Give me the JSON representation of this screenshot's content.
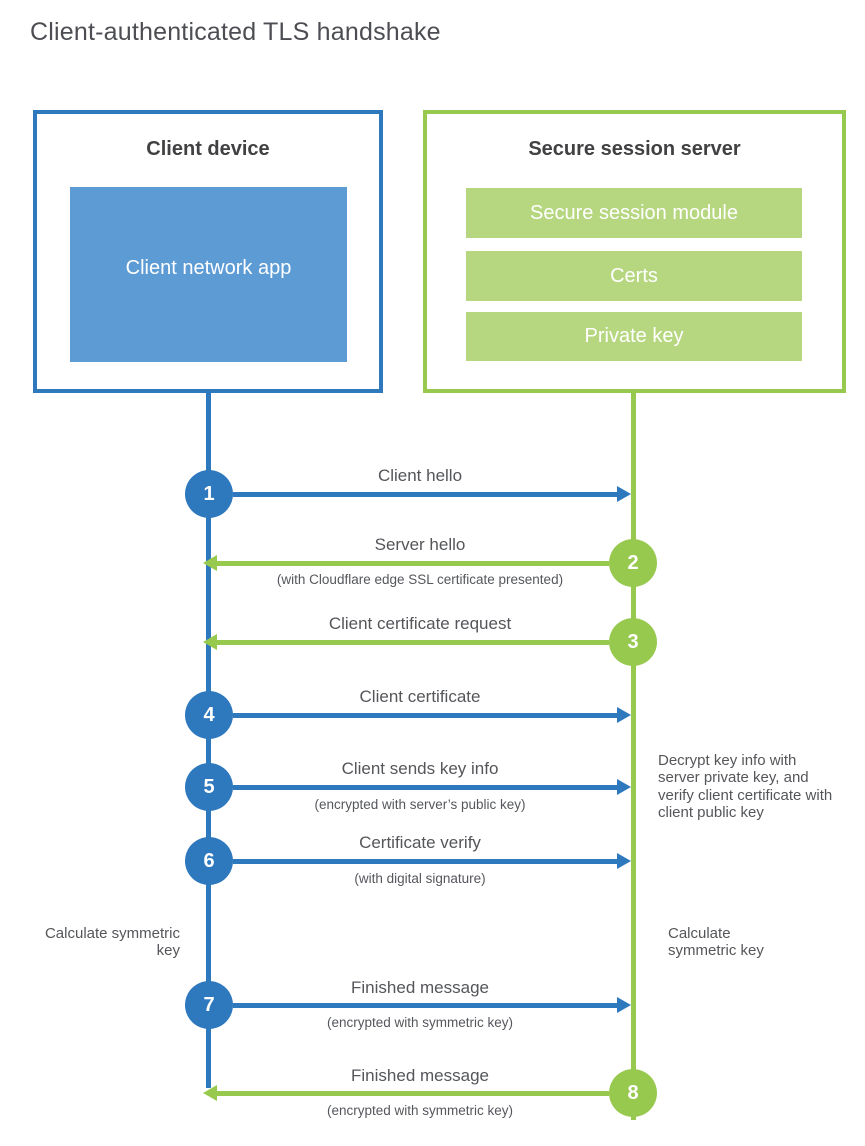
{
  "title": "Client-authenticated TLS handshake",
  "colors": {
    "blue_line": "#2e78be",
    "blue_fill": "#5d9bd5",
    "green_line": "#97c94f",
    "green_fill": "#b6d780",
    "text_gray": "#54565a",
    "heading_dark": "#414042"
  },
  "client": {
    "title": "Client device",
    "app_label": "Client network app"
  },
  "server": {
    "title": "Secure session server",
    "modules": [
      {
        "label": "Secure session module"
      },
      {
        "label": "Certs"
      },
      {
        "label": "Private key"
      }
    ]
  },
  "messages": [
    {
      "num": "1",
      "from": "client",
      "direction": "right",
      "label": "Client hello",
      "sub": ""
    },
    {
      "num": "2",
      "from": "server",
      "direction": "left",
      "label": "Server hello",
      "sub": "(with Cloudflare edge SSL certificate presented)"
    },
    {
      "num": "3",
      "from": "server",
      "direction": "left",
      "label": "Client certificate request",
      "sub": ""
    },
    {
      "num": "4",
      "from": "client",
      "direction": "right",
      "label": "Client certificate",
      "sub": ""
    },
    {
      "num": "5",
      "from": "client",
      "direction": "right",
      "label": "Client sends key info",
      "sub": "(encrypted with server’s public key)"
    },
    {
      "num": "6",
      "from": "client",
      "direction": "right",
      "label": "Certificate verify",
      "sub": "(with digital signature)"
    },
    {
      "num": "7",
      "from": "client",
      "direction": "right",
      "label": "Finished message",
      "sub": "(encrypted with symmetric key)"
    },
    {
      "num": "8",
      "from": "server",
      "direction": "left",
      "label": "Finished message",
      "sub": "(encrypted with symmetric key)"
    }
  ],
  "annotations": {
    "decrypt_note": "Decrypt key info with server private key, and verify client certificate with client public key",
    "calc_left": "Calculate symmetric key",
    "calc_right": "Calculate symmetric key"
  }
}
